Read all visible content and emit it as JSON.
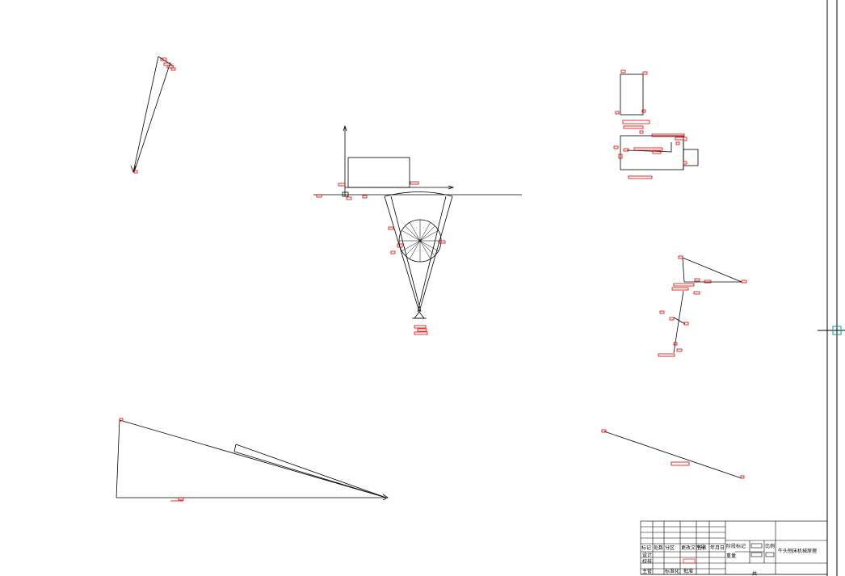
{
  "drawing": {
    "line_color": "#000000",
    "dimension_color": "#e00000",
    "cursor_color": "#00a0a0"
  },
  "title_block": {
    "header_labels": [
      "标记",
      "处数",
      "分区",
      "更改文件号",
      "签名",
      "年月日"
    ],
    "row_labels": [
      "设计",
      "校核",
      "主管"
    ],
    "mid_labels": {
      "stage_mark": "阶段标记",
      "weight": "重量",
      "scale": "比例",
      "standard": "标准化",
      "approve": "批准",
      "page": "共"
    },
    "drawing_name": "牛头刨床机械原理"
  }
}
